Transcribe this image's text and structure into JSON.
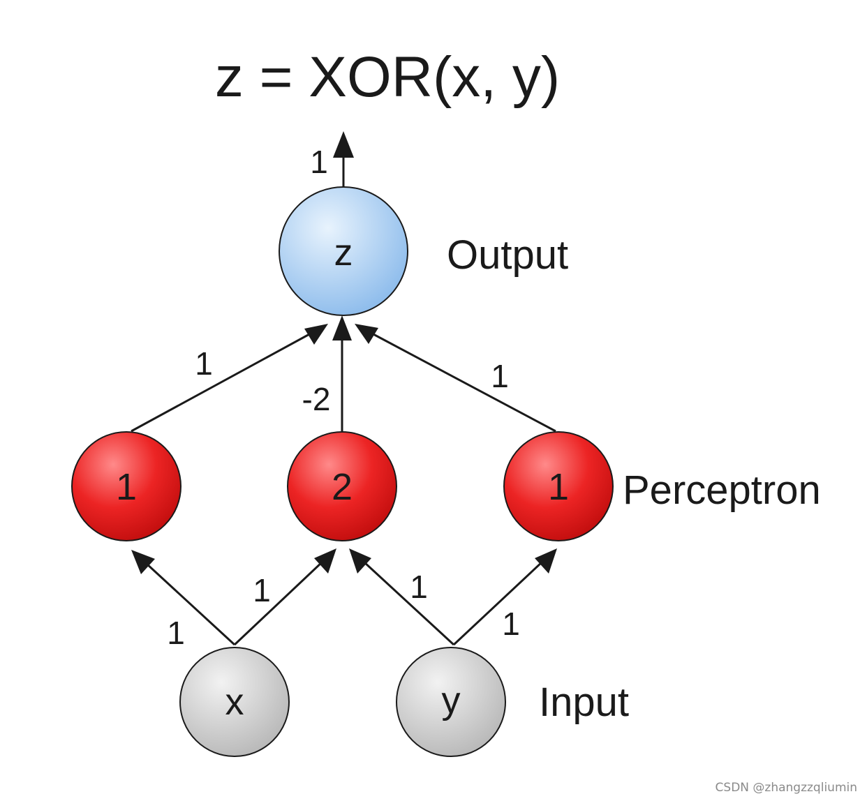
{
  "title": "z = XOR(x, y)",
  "output_weight": "1",
  "layers": {
    "output": "Output",
    "hidden": "Perceptron",
    "input": "Input"
  },
  "nodes": {
    "z": "z",
    "h1": "1",
    "h2": "2",
    "h3": "1",
    "x": "x",
    "y": "y"
  },
  "weights": {
    "h1_z": "1",
    "h2_z": "-2",
    "h3_z": "1",
    "x_h1": "1",
    "x_h2": "1",
    "y_h2": "1",
    "y_h3": "1"
  },
  "colors": {
    "output_node": "#9ec8f2",
    "hidden_node": "#e82020",
    "input_node": "#c8c8c8"
  },
  "watermark": "CSDN @zhangzzqliumin"
}
